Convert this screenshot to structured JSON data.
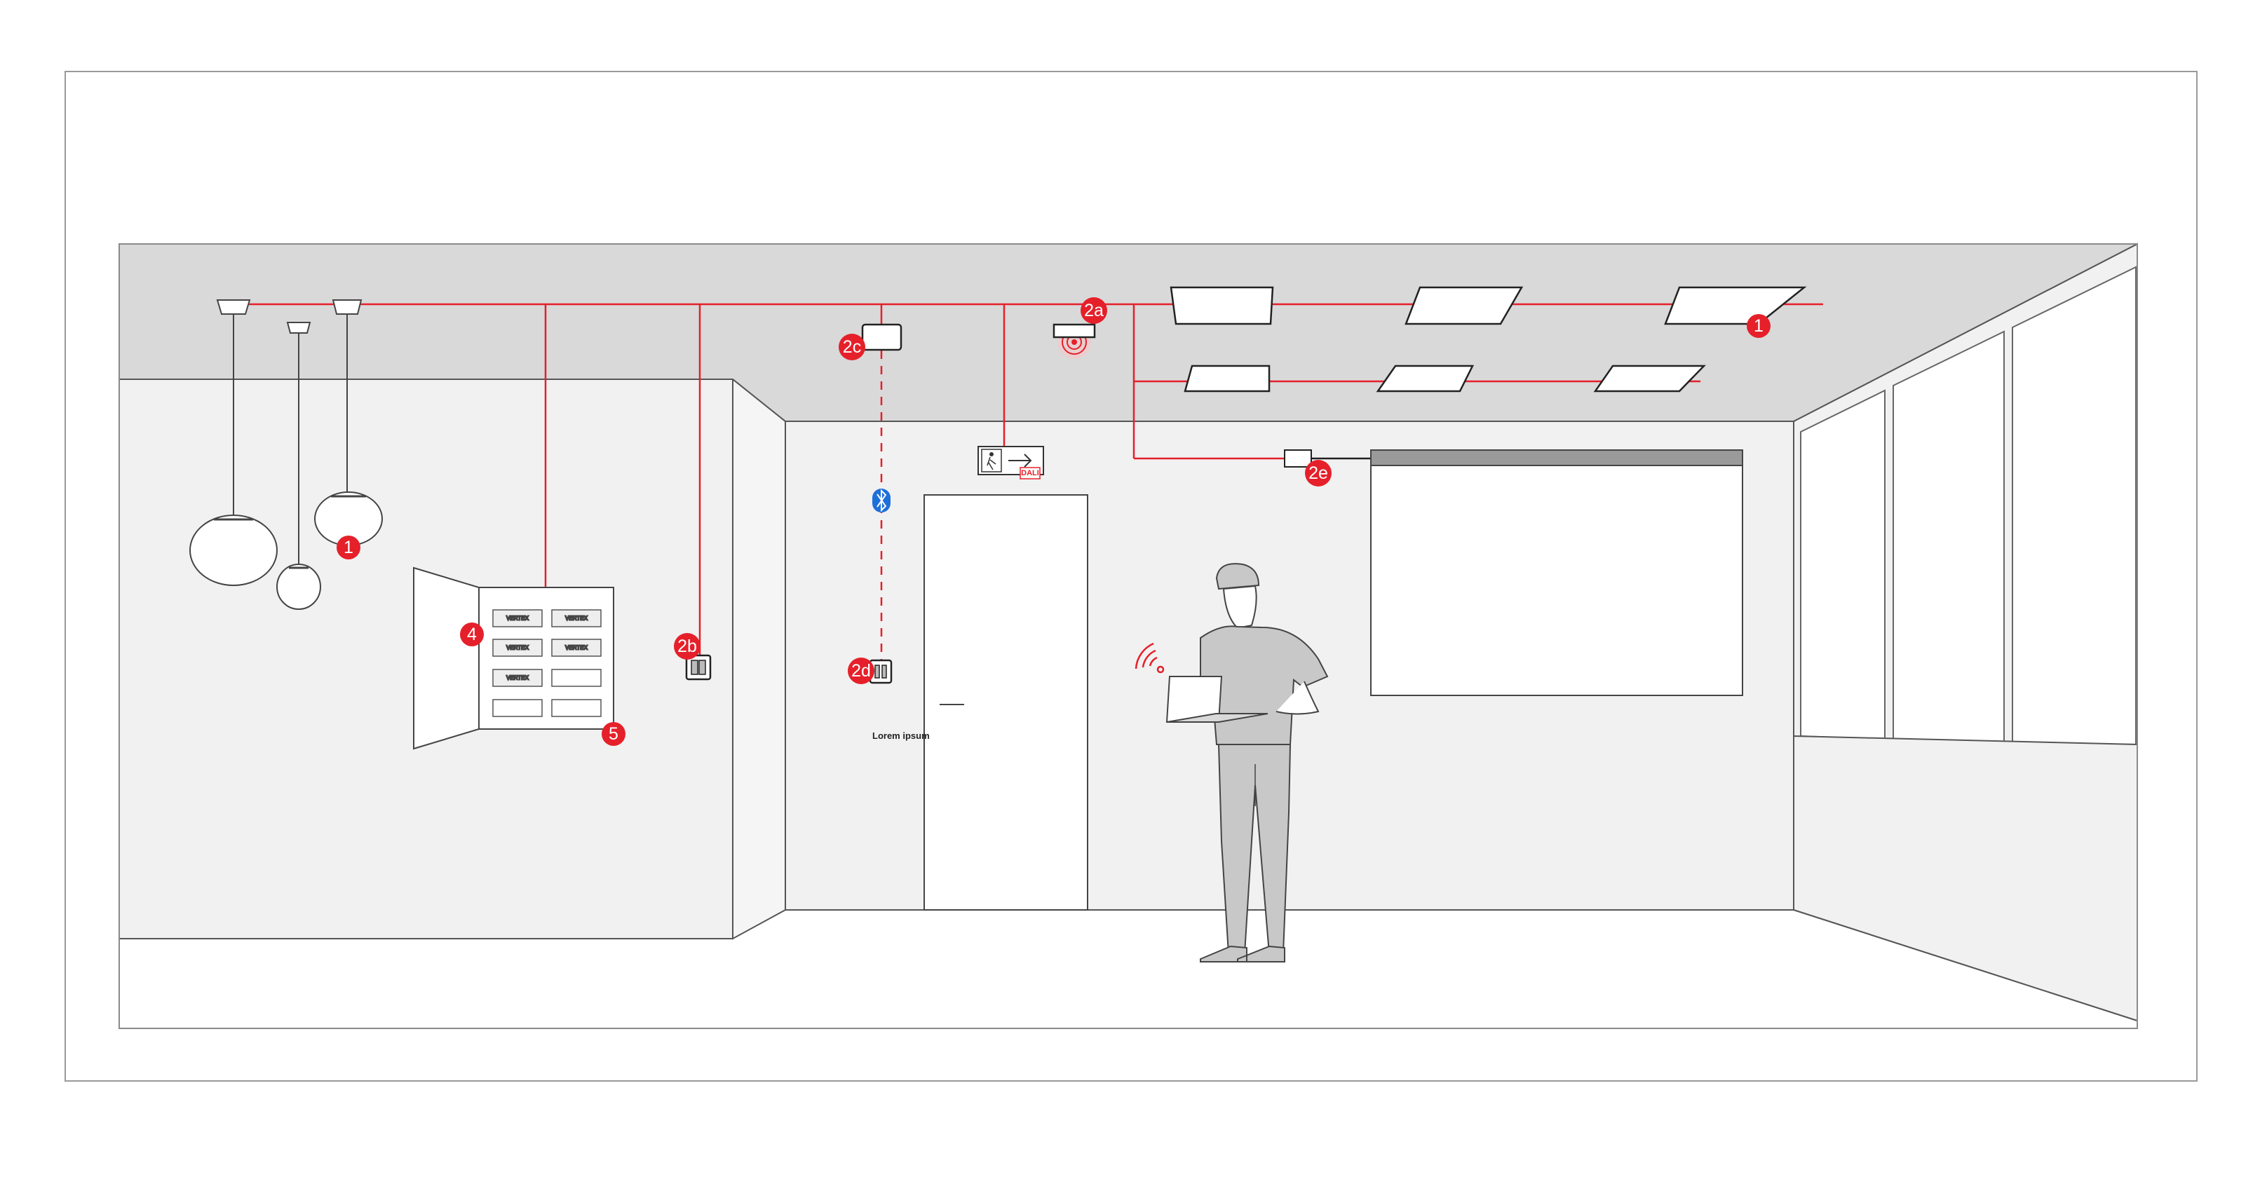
{
  "colors": {
    "accent": "#e5202a",
    "bluetooth": "#1e6fd9",
    "ceiling": "#d9d9d9",
    "wall": "#f1f1f1",
    "outline": "#555555"
  },
  "labels": {
    "pendant_number": "1",
    "panel_number": "1",
    "sensor_2a": "2a",
    "switch_2b": "2b",
    "gateway_2c": "2c",
    "switch_2d": "2d",
    "module_2e": "2e",
    "cabinet_top": "4",
    "cabinet_bottom": "5",
    "door_label": "Lorem ipsum",
    "exit_sign_tag": "DALI",
    "module_brand": "VERTEX"
  },
  "icons": {
    "bluetooth": "bluetooth-icon",
    "wifi": "wifi-signal-icon",
    "exit": "emergency-exit-icon",
    "sensor": "presence-sensor-icon"
  }
}
